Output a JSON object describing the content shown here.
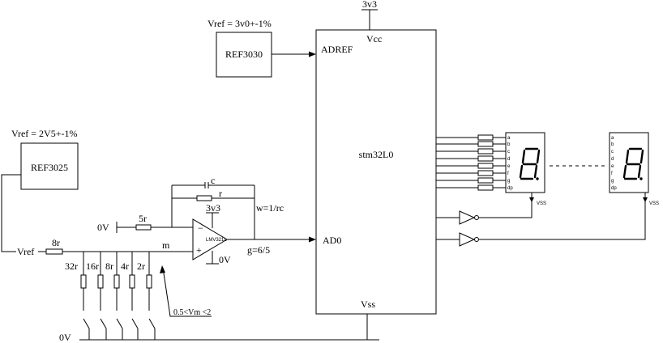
{
  "labels": {
    "vref_top": "Vref = 3v0+-1%",
    "ref3030": "REF3030",
    "adref": "ADREF",
    "vcc": "Vcc",
    "supply_top": "3v3",
    "mcu": "stm32L0",
    "ad0": "AD0",
    "vss_mcu": "Vss",
    "vref_left": "Vref = 2V5+-1%",
    "ref3025": "REF3025",
    "vref_net": "Vref",
    "r_in": "8r",
    "zero_v_in": "0V",
    "r_fb_in": "5r",
    "cap": "c",
    "r_fb": "r",
    "omega": "w=1/rc",
    "supply_opamp": "3v3",
    "opamp": "LMV321L",
    "opamp_minus": "−",
    "opamp_plus": "+",
    "zero_v_opamp": "0V",
    "gain": "g=6/5",
    "node_m": "m",
    "ladder_32": "32r",
    "ladder_16": "16r",
    "ladder_8": "8r",
    "ladder_4": "4r",
    "ladder_2": "2r",
    "vm_range": "0.5<Vm <2",
    "gnd": "0V",
    "vss_disp1": "VSS",
    "vss_disp2": "VSS"
  },
  "segment_labels": [
    "a",
    "b",
    "c",
    "d",
    "e",
    "f",
    "g",
    "dp"
  ]
}
